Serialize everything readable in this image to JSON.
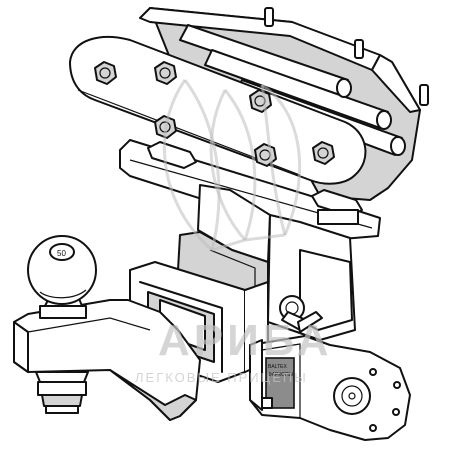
{
  "watermark": {
    "brand": "АРИБА",
    "tagline": "ЛЕГКОВЫЕ ПРИЦЕПЫ",
    "color": "#bdbdbd"
  },
  "ball_marking": "50",
  "socket_label": {
    "line1": "BALTEX",
    "line2": "ФАРКОПЫ"
  },
  "colors": {
    "outline": "#111111",
    "shade": "#d4d4d4",
    "dark": "#8c8c8c"
  }
}
